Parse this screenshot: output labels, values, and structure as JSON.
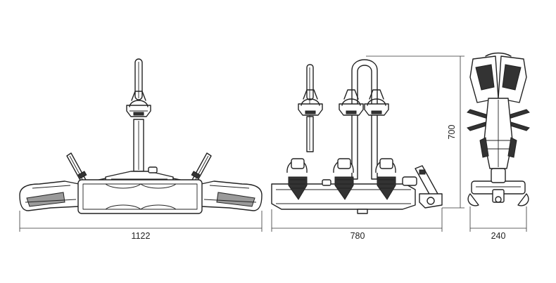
{
  "dimensions": {
    "width_front": "1122",
    "length_side": "780",
    "height_side": "700",
    "width_folded": "240"
  }
}
